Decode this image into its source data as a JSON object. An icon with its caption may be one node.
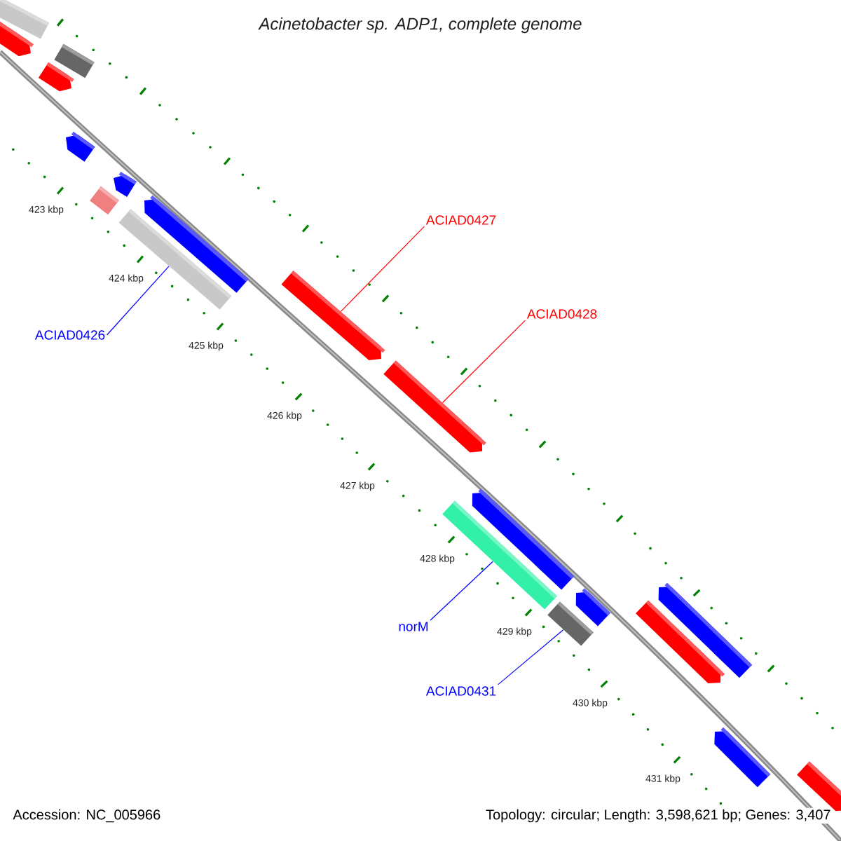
{
  "diagram": {
    "title": "Acinetobacter sp. ADP1, complete genome",
    "nodes": [
      {
        "text": [],
        "shape": "bar"
      },
      {
        "text": [],
        "shape": "pentagon"
      },
      {
        "text": [],
        "shape": "bar"
      },
      {
        "text": [],
        "shape": "pentagon"
      },
      {
        "text": [],
        "shape": "pentagon"
      },
      {
        "text": [],
        "shape": "pentagon"
      },
      {
        "text": [],
        "shape": "bar"
      },
      {
        "text": [],
        "shape": "pentagon"
      },
      {
        "text": [],
        "shape": "bar"
      },
      {
        "text": [],
        "shape": "pentagon"
      },
      {
        "text": [],
        "shape": "pentagon"
      },
      {
        "text": [],
        "shape": "pentagon"
      },
      {
        "text": [],
        "shape": "bar"
      },
      {
        "text": [],
        "shape": "pentagon"
      },
      {
        "text": [],
        "shape": "pentagon"
      },
      {
        "text": [],
        "shape": "pentagon"
      },
      {
        "text": [],
        "shape": "bar"
      },
      {
        "text": [],
        "shape": "pentagon"
      },
      {
        "text": [],
        "shape": "pentagon"
      },
      {
        "text": [
          "ACIAD0427"
        ]
      },
      {
        "text": [
          "ACIAD0428"
        ]
      },
      {
        "text": [
          "ACIAD0426"
        ]
      },
      {
        "text": [
          "norM"
        ]
      },
      {
        "text": [
          "ACIAD0431"
        ]
      }
    ],
    "edges": [
      {
        "from": 19,
        "to": 9,
        "arrow": "none",
        "color": "#ff0000"
      },
      {
        "from": 20,
        "to": 10,
        "arrow": "none",
        "color": "#ff0000"
      },
      {
        "from": 21,
        "to": 8,
        "arrow": "none",
        "color": "#0000ff"
      },
      {
        "from": 22,
        "to": 12,
        "arrow": "none",
        "color": "#0000ff"
      },
      {
        "from": 23,
        "to": 16,
        "arrow": "none",
        "color": "#0000ff"
      }
    ],
    "labels": [
      "423 kbp",
      "424 kbp",
      "425 kbp",
      "426 kbp",
      "427 kbp",
      "428 kbp",
      "429 kbp",
      "430 kbp",
      "431 kbp",
      "Accession: NC_005966",
      "Topology: circular; Length: 3,598,621 bp; Genes: 3,407"
    ]
  }
}
